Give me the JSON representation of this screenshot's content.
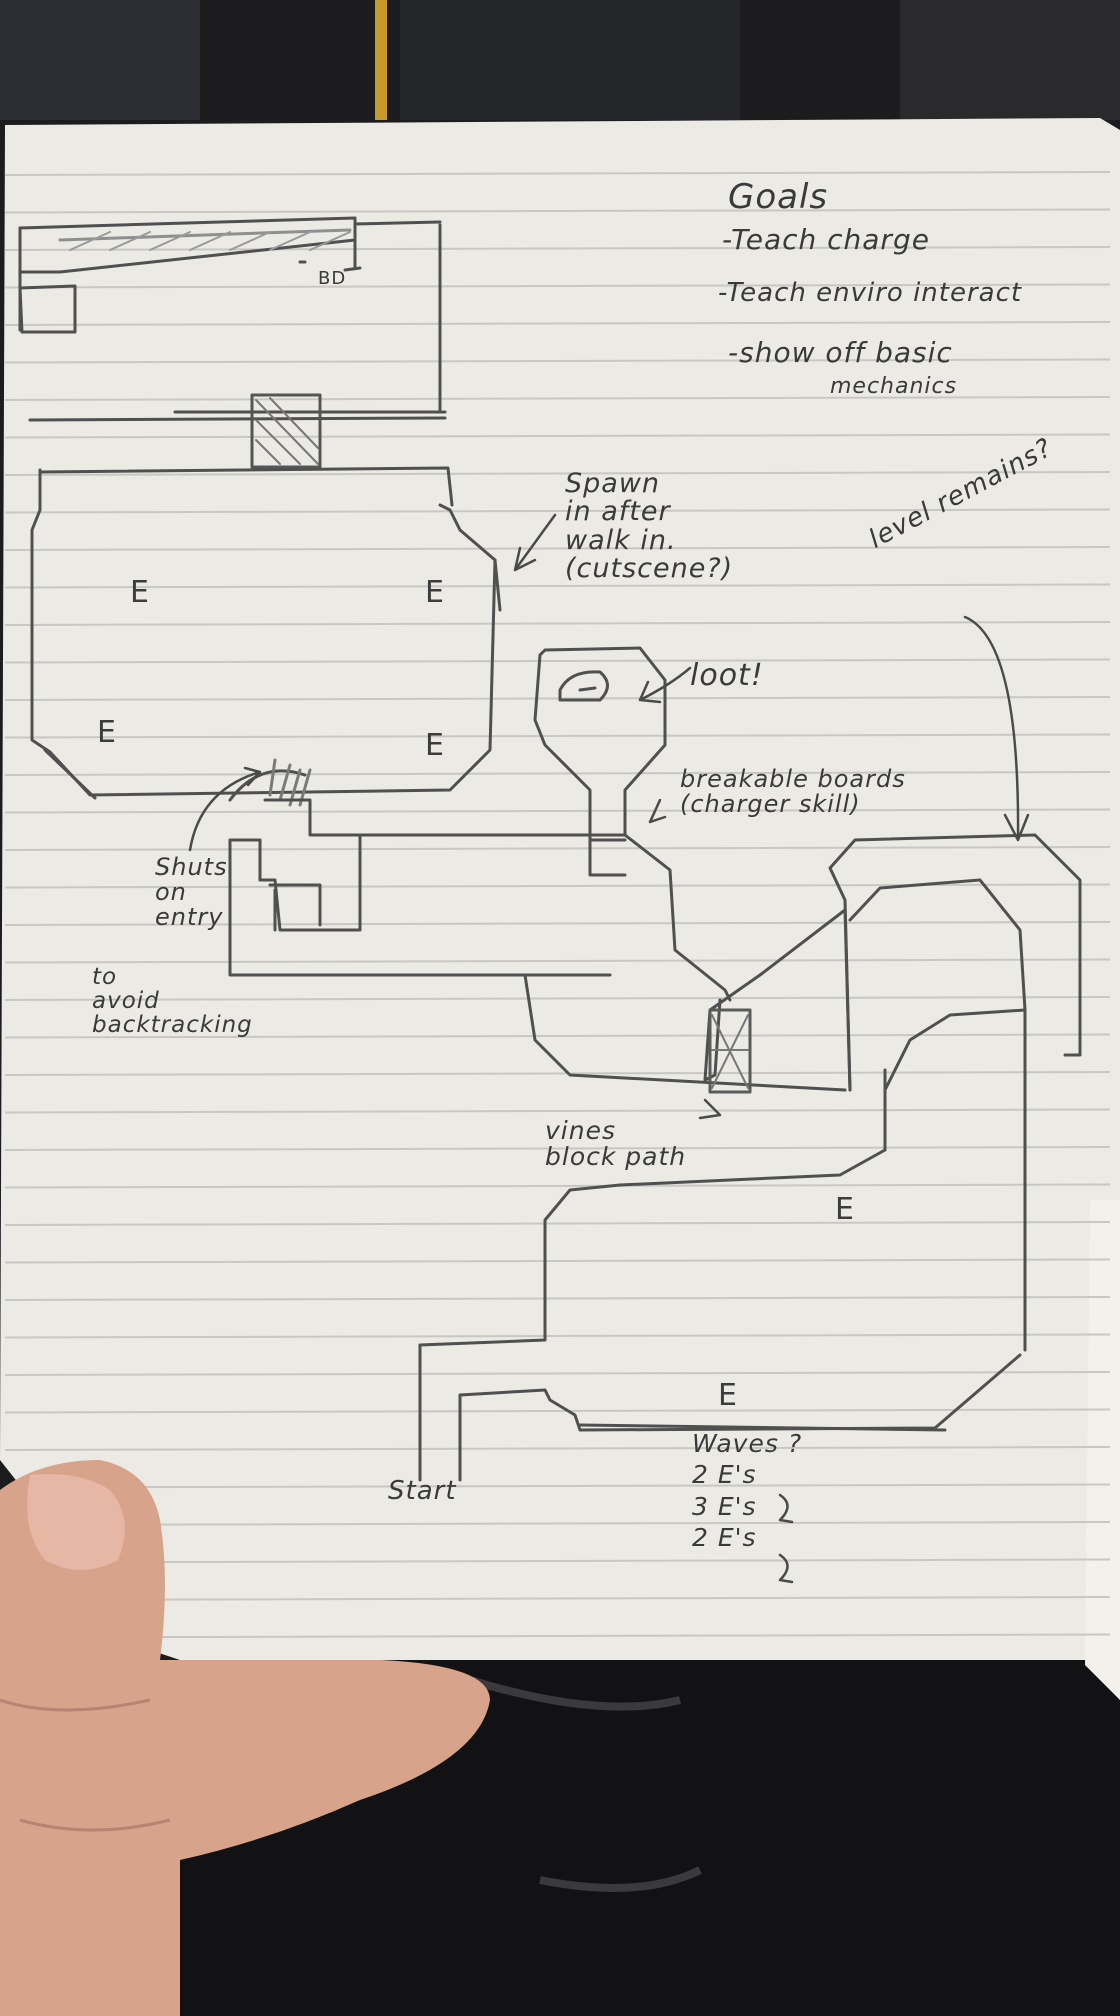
{
  "notes": {
    "goals_title": "Goals",
    "goal_1": "-Teach charge",
    "goal_2": "-Teach enviro interact",
    "goal_3": "-show off basic",
    "goal_3b": "mechanics",
    "bd_label": "BD",
    "spawn": "Spawn\nin after\nwalk in.\n(cutscene?)",
    "loot": "loot!",
    "level_remains": "level remains?",
    "breakable": "breakable boards\n(charger skill)",
    "shuts": "Shuts\non\nentry",
    "avoid": "to\navoid\nbacktracking",
    "vines": "vines\nblock path",
    "start": "Start",
    "waves": "Waves ?\n2 E's\n3 E's\n2 E's"
  },
  "enemy_marker": "E",
  "colors": {
    "background": "#1b1b1d",
    "paper": "#ecebe6",
    "rule_line": "#c9c8c6",
    "pencil": "#4a4a4a",
    "skin": "#d9a58c"
  }
}
